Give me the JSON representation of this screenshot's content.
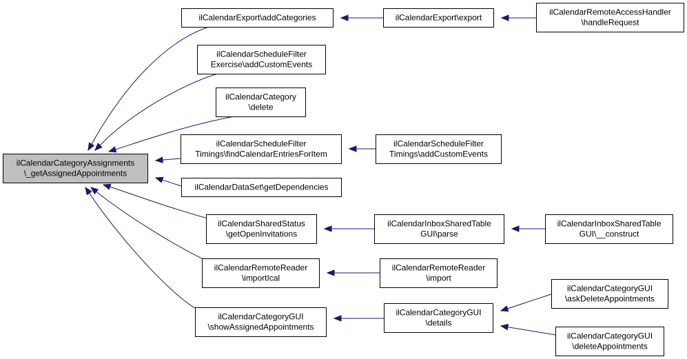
{
  "colors": {
    "background": "#ffffff",
    "node_fill": "#ffffff",
    "root_fill": "#bfbfbf",
    "node_border": "#000000",
    "edge": "#191970",
    "text": "#000000"
  },
  "nodes": [
    {
      "id": "root",
      "lines": [
        "ilCalendarCategoryAssignments",
        "\\_getAssignedAppointments"
      ],
      "highlighted": true
    },
    {
      "id": "export_addcat",
      "lines": [
        "ilCalendarExport\\addCategories"
      ]
    },
    {
      "id": "export_export",
      "lines": [
        "ilCalendarExport\\export"
      ]
    },
    {
      "id": "remote_access",
      "lines": [
        "ilCalendarRemoteAccessHandler",
        "\\handleRequest"
      ]
    },
    {
      "id": "sched_exercise",
      "lines": [
        "ilCalendarScheduleFilter",
        "Exercise\\addCustomEvents"
      ]
    },
    {
      "id": "category_delete",
      "lines": [
        "ilCalendarCategory",
        "\\delete"
      ]
    },
    {
      "id": "sched_timings_find",
      "lines": [
        "ilCalendarScheduleFilter",
        "Timings\\findCalendarEntriesForItem"
      ]
    },
    {
      "id": "sched_timings_add",
      "lines": [
        "ilCalendarScheduleFilter",
        "Timings\\addCustomEvents"
      ]
    },
    {
      "id": "dataset_deps",
      "lines": [
        "ilCalendarDataSet\\getDependencies"
      ]
    },
    {
      "id": "shared_status",
      "lines": [
        "ilCalendarSharedStatus",
        "\\getOpenInvitations"
      ]
    },
    {
      "id": "inbox_parse",
      "lines": [
        "ilCalendarInboxSharedTable",
        "GUI\\parse"
      ]
    },
    {
      "id": "inbox_construct",
      "lines": [
        "ilCalendarInboxSharedTable",
        "GUI\\__construct"
      ]
    },
    {
      "id": "remote_reader_importical",
      "lines": [
        "ilCalendarRemoteReader",
        "\\importIcal"
      ]
    },
    {
      "id": "remote_reader_import",
      "lines": [
        "ilCalendarRemoteReader",
        "\\import"
      ]
    },
    {
      "id": "gui_show",
      "lines": [
        "ilCalendarCategoryGUI",
        "\\showAssignedAppointments"
      ]
    },
    {
      "id": "gui_details",
      "lines": [
        "ilCalendarCategoryGUI",
        "\\details"
      ]
    },
    {
      "id": "gui_ask_delete",
      "lines": [
        "ilCalendarCategoryGUI",
        "\\askDeleteAppointments"
      ]
    },
    {
      "id": "gui_delete",
      "lines": [
        "ilCalendarCategoryGUI",
        "\\deleteAppointments"
      ]
    }
  ],
  "edges": [
    {
      "from": "export_addcat",
      "to": "root"
    },
    {
      "from": "sched_exercise",
      "to": "root"
    },
    {
      "from": "category_delete",
      "to": "root"
    },
    {
      "from": "sched_timings_find",
      "to": "root"
    },
    {
      "from": "dataset_deps",
      "to": "root"
    },
    {
      "from": "shared_status",
      "to": "root"
    },
    {
      "from": "remote_reader_importical",
      "to": "root"
    },
    {
      "from": "gui_show",
      "to": "root"
    },
    {
      "from": "export_export",
      "to": "export_addcat"
    },
    {
      "from": "remote_access",
      "to": "export_export"
    },
    {
      "from": "sched_timings_add",
      "to": "sched_timings_find"
    },
    {
      "from": "inbox_parse",
      "to": "shared_status"
    },
    {
      "from": "inbox_construct",
      "to": "inbox_parse"
    },
    {
      "from": "remote_reader_import",
      "to": "remote_reader_importical"
    },
    {
      "from": "gui_details",
      "to": "gui_show"
    },
    {
      "from": "gui_ask_delete",
      "to": "gui_details"
    },
    {
      "from": "gui_delete",
      "to": "gui_details"
    }
  ]
}
